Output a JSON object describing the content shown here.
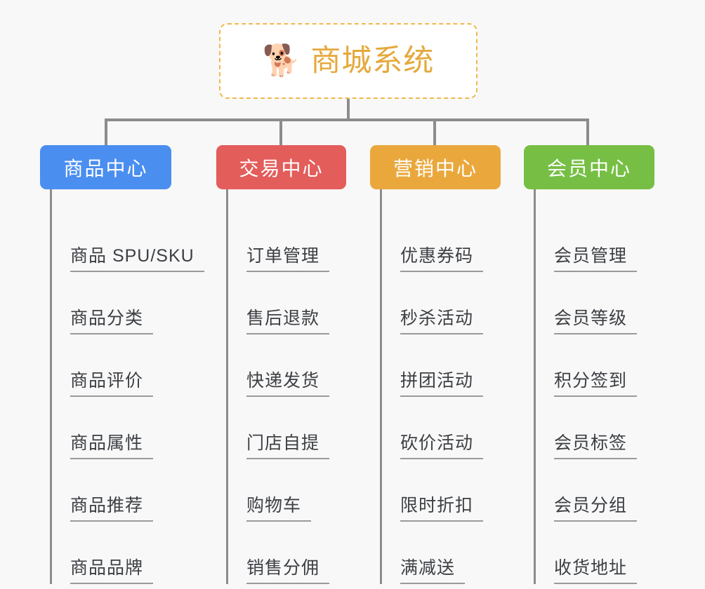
{
  "background_color": "#f8f8f8",
  "root": {
    "icon": "shiba-dog-face-emoji",
    "icon_glyph": "🐕",
    "title": "商城系统",
    "text_color": "#e5a93c",
    "border_color": "#f0b94c"
  },
  "connector_color": "#8c8c8c",
  "columns": [
    {
      "id": "product-center",
      "label": "商品中心",
      "color": "#4a8ef0",
      "items": [
        "商品 SPU/SKU",
        "商品分类",
        "商品评价",
        "商品属性",
        "商品推荐",
        "商品品牌"
      ]
    },
    {
      "id": "trade-center",
      "label": "交易中心",
      "color": "#e35d5b",
      "items": [
        "订单管理",
        "售后退款",
        "快递发货",
        "门店自提",
        "购物车",
        "销售分佣"
      ]
    },
    {
      "id": "marketing-center",
      "label": "营销中心",
      "color": "#eaa83c",
      "items": [
        "优惠券码",
        "秒杀活动",
        "拼团活动",
        "砍价活动",
        "限时折扣",
        "满减送"
      ]
    },
    {
      "id": "member-center",
      "label": "会员中心",
      "color": "#76bf44",
      "items": [
        "会员管理",
        "会员等级",
        "积分签到",
        "会员标签",
        "会员分组",
        "收货地址"
      ]
    }
  ]
}
